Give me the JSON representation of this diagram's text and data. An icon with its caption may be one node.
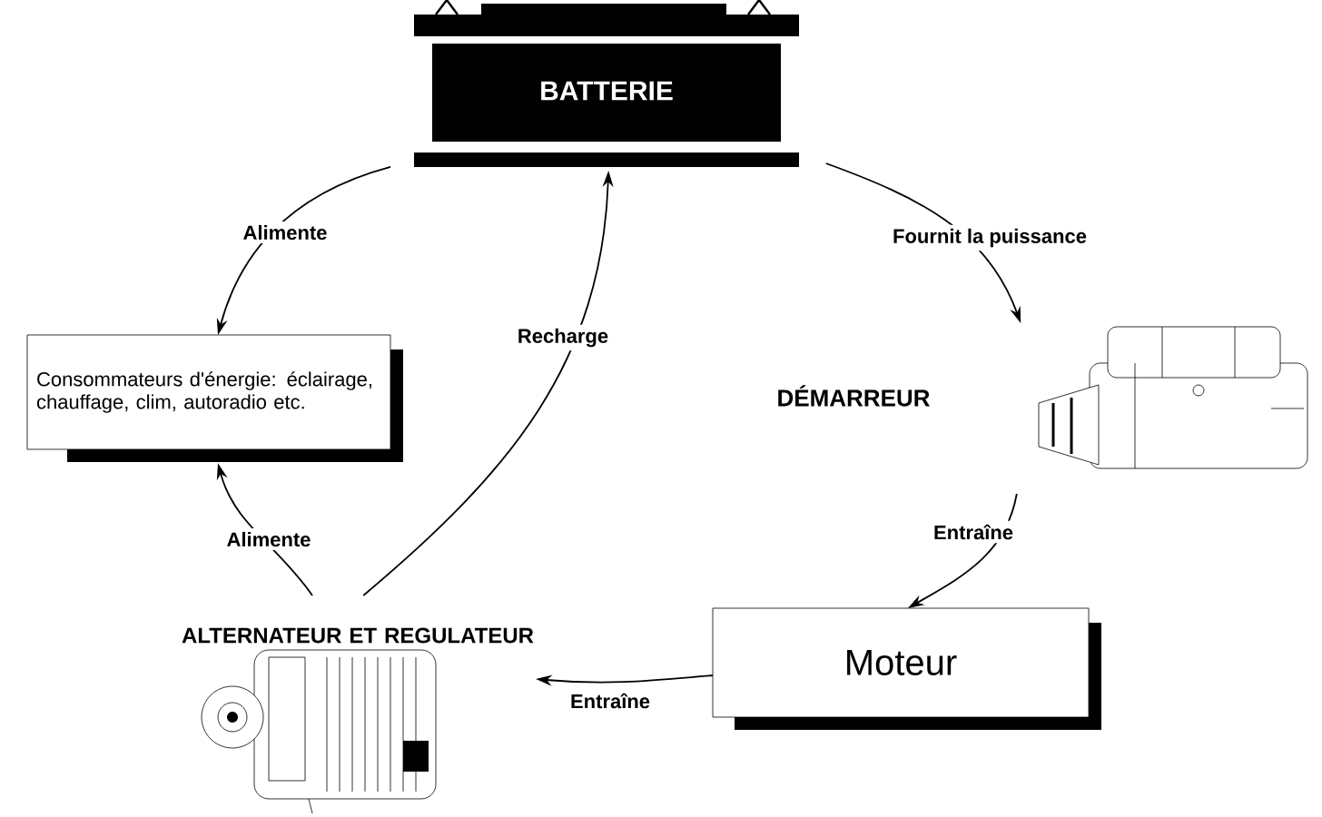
{
  "diagram": {
    "nodes": [
      {
        "text": [
          "BATTERIE"
        ]
      },
      {
        "text": [
          "Consommateurs d'énergie: éclairage, chauffage, clim, autoradio etc."
        ]
      },
      {
        "text": [
          "DÉMARREUR"
        ]
      },
      {
        "text": [
          "Moteur"
        ]
      },
      {
        "text": [
          "ALTERNATEUR ET REGULATEUR"
        ]
      }
    ],
    "edges": [
      {
        "from": 0,
        "to": 1,
        "arrow": "to",
        "label": "Alimente"
      },
      {
        "from": 0,
        "to": 2,
        "arrow": "to",
        "label": "Fournit la puissance"
      },
      {
        "from": 2,
        "to": 3,
        "arrow": "to",
        "label": "Entraîne"
      },
      {
        "from": 3,
        "to": 4,
        "arrow": "to",
        "label": "Entraîne"
      },
      {
        "from": 4,
        "to": 1,
        "arrow": "to",
        "label": "Alimente"
      },
      {
        "from": 4,
        "to": 0,
        "arrow": "to",
        "label": "Recharge"
      }
    ]
  }
}
